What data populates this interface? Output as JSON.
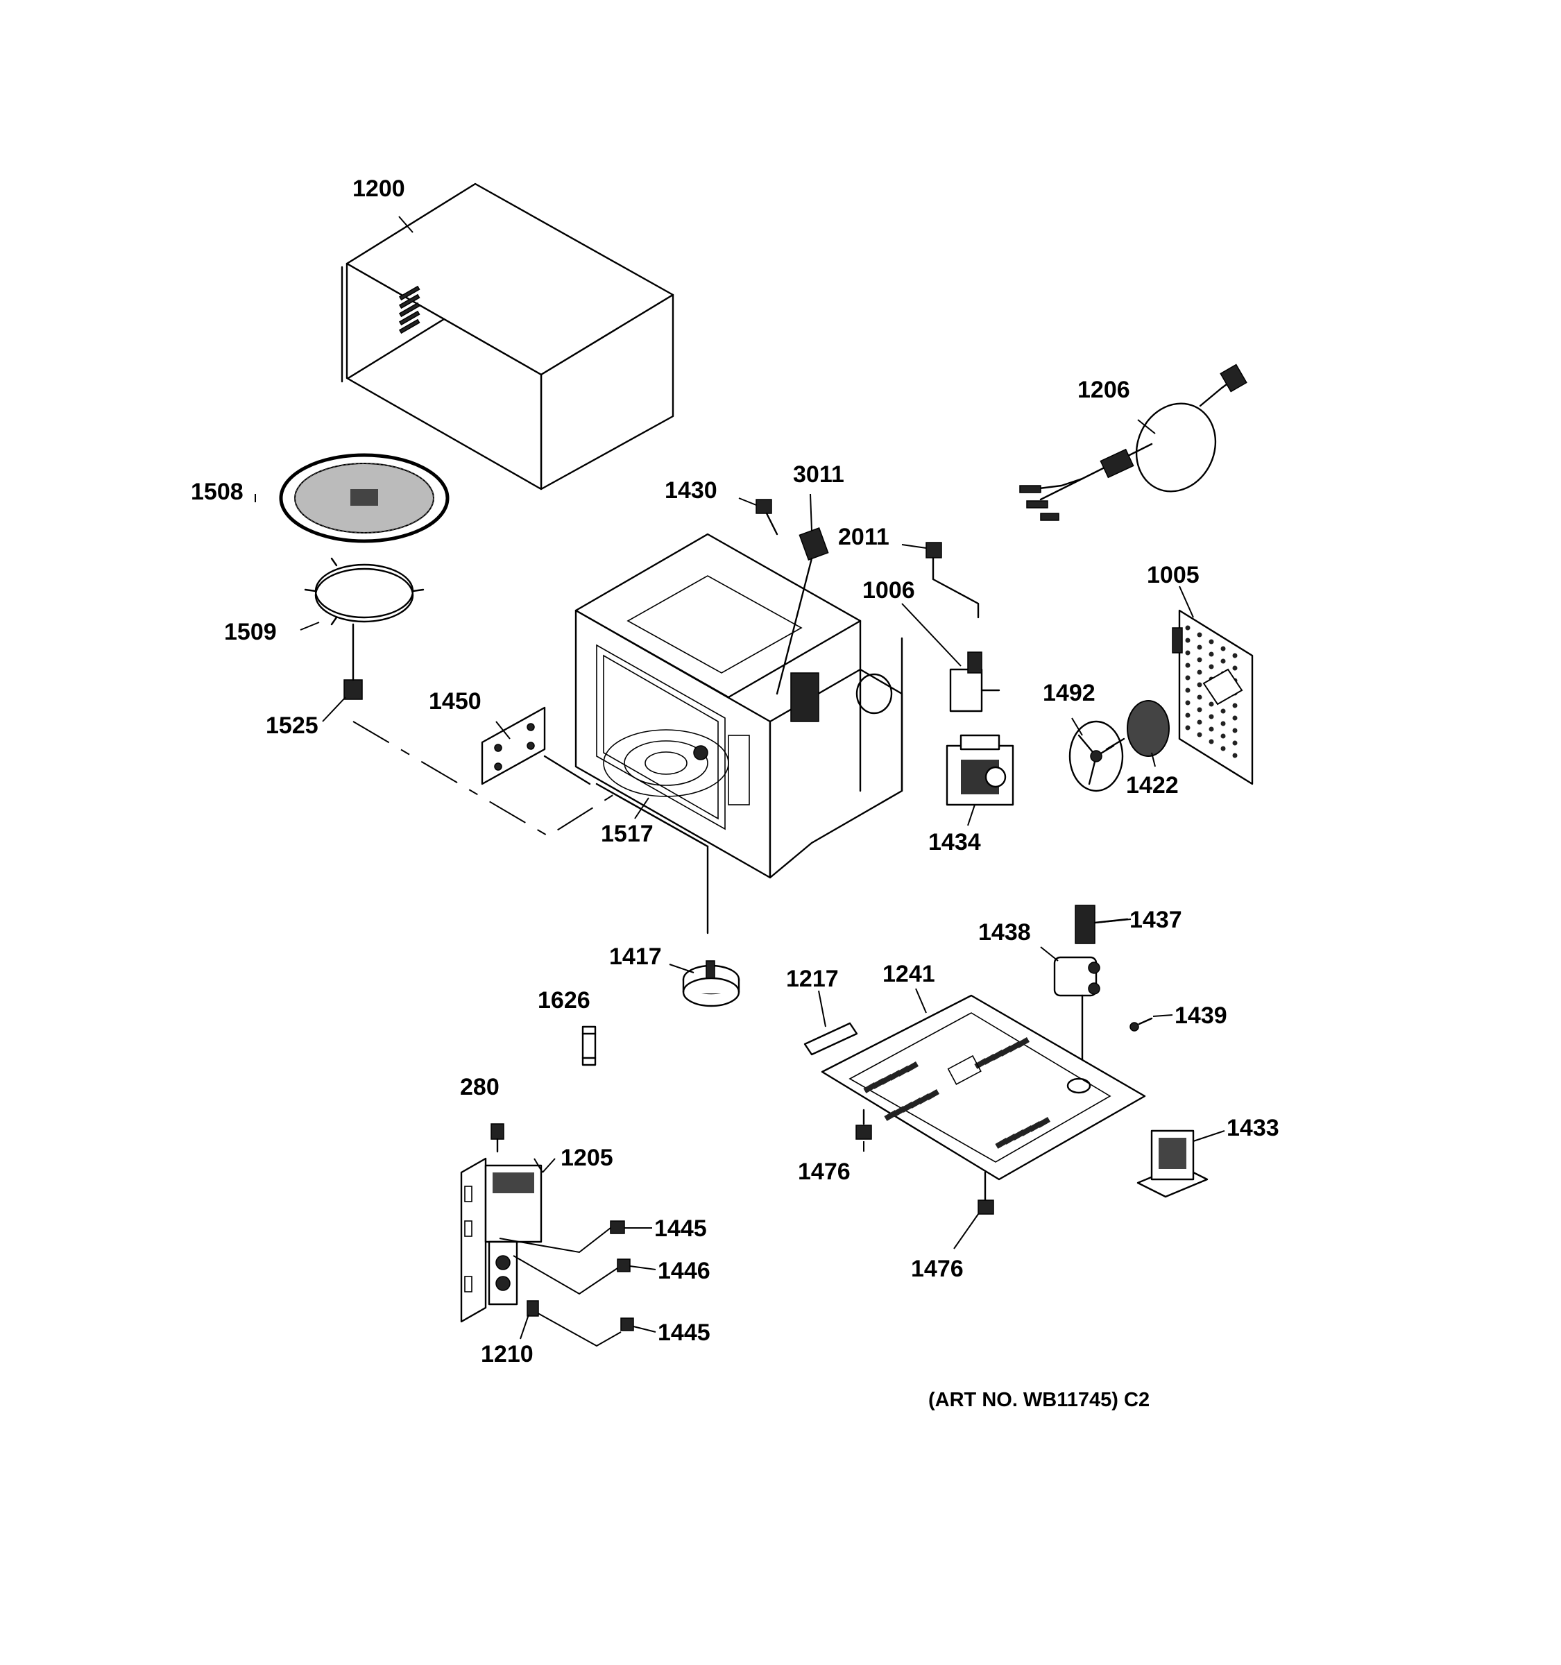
{
  "diagram": {
    "labels": [
      "1200",
      "1206",
      "1508",
      "1430",
      "3011",
      "2011",
      "1509",
      "1006",
      "1005",
      "1450",
      "1525",
      "1492",
      "1422",
      "1517",
      "1434",
      "1437",
      "1438",
      "1417",
      "1217",
      "1241",
      "1439",
      "1626",
      "280",
      "1205",
      "1433",
      "1476",
      "1445",
      "1446",
      "1476",
      "1210",
      "1445"
    ],
    "art_number": "(ART NO. WB11745) C2"
  }
}
